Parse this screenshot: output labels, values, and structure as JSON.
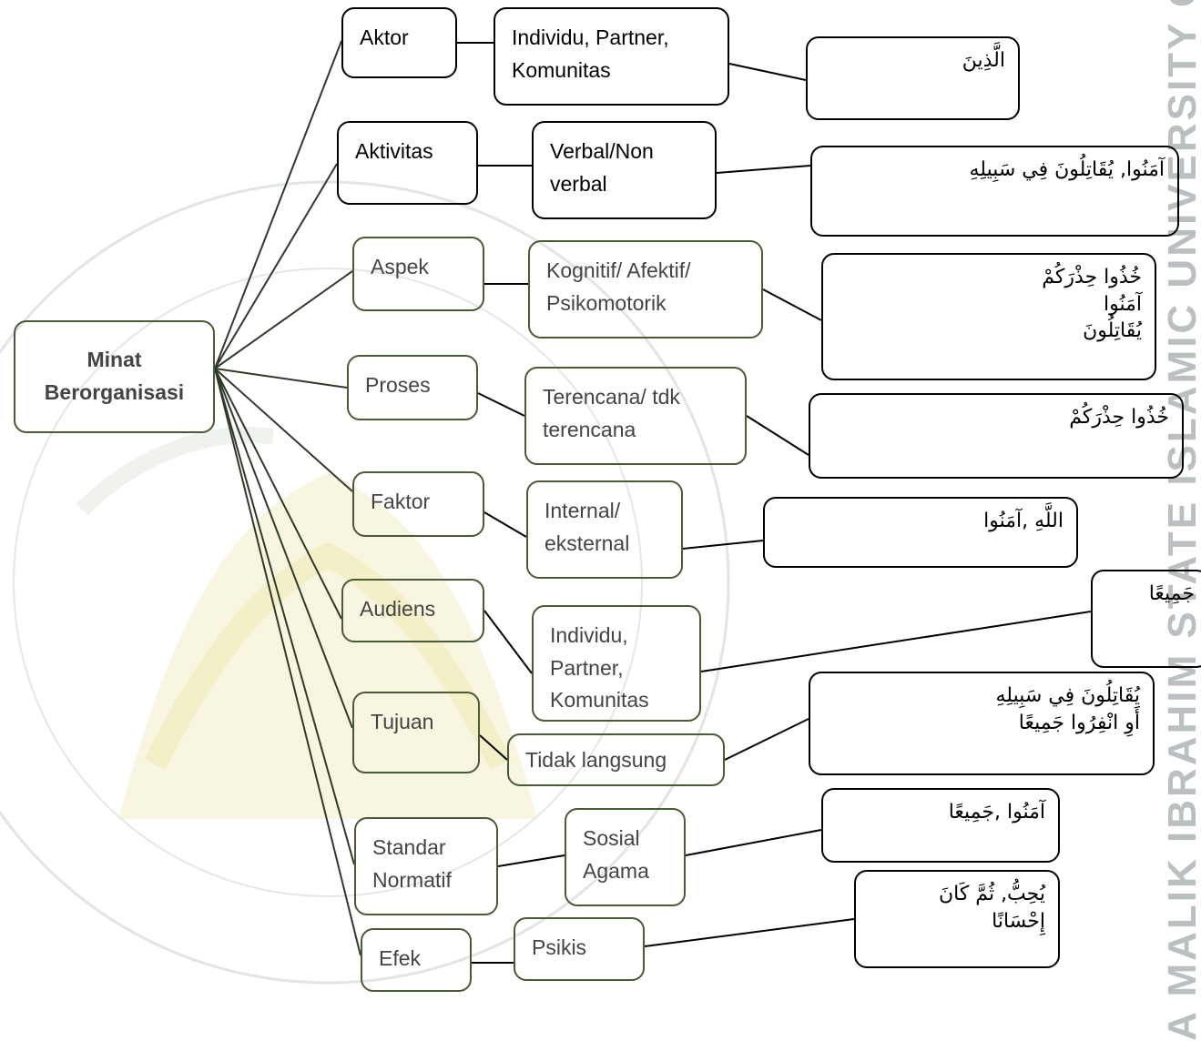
{
  "watermark": {
    "vertical_text": "A MALIK IBRAHIM STATE ISLAMIC UNIVERSITY OF",
    "color": "#aeb4b8"
  },
  "root": {
    "label": "Minat\nBerorganisasi"
  },
  "rows": [
    {
      "category": "Aktor",
      "detail": "Individu, Partner,\nKomunitas",
      "arabic": "الَّذِينَ"
    },
    {
      "category": "Aktivitas",
      "detail": "Verbal/Non\nverbal",
      "arabic": "آمَنُوا, يُقَاتِلُونَ فِي سَبِيلِهِ"
    },
    {
      "category": "Aspek",
      "detail": "Kognitif/ Afektif/\nPsikomotorik",
      "arabic": "خُذُوا حِذْرَكُمْ\nآمَنُوا\nيُقَاتِلُونَ"
    },
    {
      "category": "Proses",
      "detail": "Terencana/ tdk\nterencana",
      "arabic": "خُذُوا حِذْرَكُمْ"
    },
    {
      "category": "Faktor",
      "detail": "Internal/\neksternal",
      "arabic": "اللَّهِ ,آمَنُوا"
    },
    {
      "category": "Audiens",
      "detail": "Individu,\nPartner,\nKomunitas",
      "arabic": "جَمِيعًا"
    },
    {
      "category": "Tujuan",
      "detail": "Tidak langsung",
      "arabic": "يُقَاتِلُونَ فِي سَبِيلِهِ\nأَوِ انْفِرُوا جَمِيعًا"
    },
    {
      "category": "Standar\nNormatif",
      "detail": "Sosial\nAgama",
      "arabic": "آمَنُوا ,جَمِيعًا"
    },
    {
      "category": "Efek",
      "detail": "Psikis",
      "arabic": "يُحِبُّ, ثُمَّ كَانَ\nإِحْسَانًا"
    }
  ]
}
